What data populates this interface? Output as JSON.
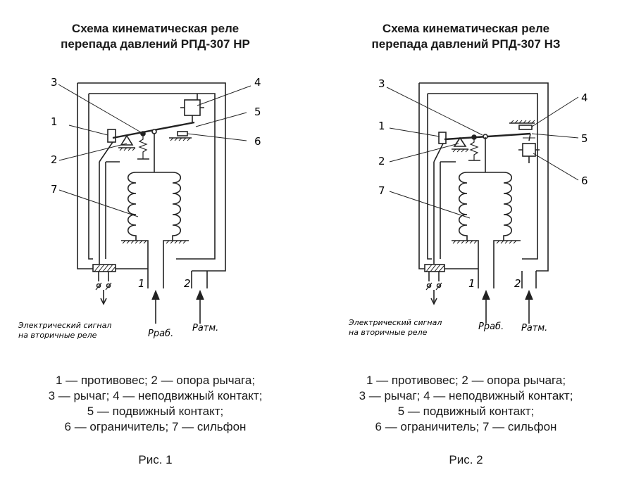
{
  "figures": [
    {
      "title_line1": "Схема кинематическая реле",
      "title_line2": "перепада давлений РПД-307 НР",
      "callouts": [
        "1",
        "2",
        "3",
        "4",
        "5",
        "6",
        "7"
      ],
      "port1": "1",
      "port2": "2",
      "signal_line1": "Электрический сигнал",
      "signal_line2": "на вторичные реле",
      "p_work": "Pраб.",
      "p_atm": "Pатм.",
      "legend": [
        "1 — противовес; 2 — опора рычага;",
        "3 — рычаг; 4 — неподвижный контакт;",
        "5 — подвижный контакт;",
        "6 — ограничитель; 7 — сильфон"
      ],
      "caption": "Рис. 1"
    },
    {
      "title_line1": "Схема кинематическая реле",
      "title_line2": "перепада давлений РПД-307 НЗ",
      "callouts": [
        "1",
        "2",
        "3",
        "4",
        "5",
        "6",
        "7"
      ],
      "port1": "1",
      "port2": "2",
      "signal_line1": "Электрический сигнал",
      "signal_line2": "на вторичные реле",
      "p_work": "Pраб.",
      "p_atm": "Pатм.",
      "legend": [
        "1 — противовес; 2 — опора рычага;",
        "3 — рычаг; 4 — неподвижный контакт;",
        "5 — подвижный контакт;",
        "6 — ограничитель; 7 — сильфон"
      ],
      "caption": "Рис. 2"
    }
  ]
}
